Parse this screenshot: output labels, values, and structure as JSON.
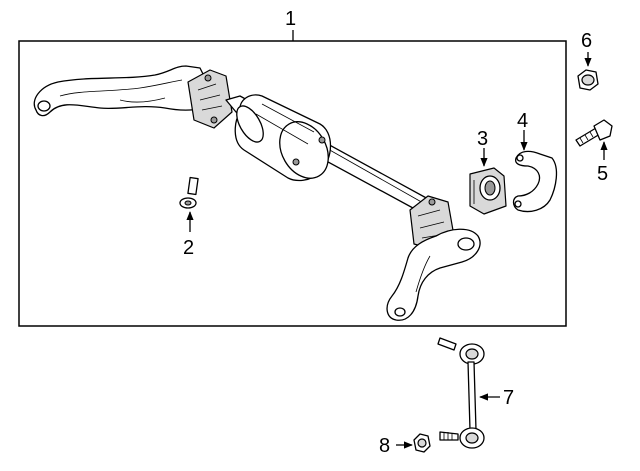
{
  "callouts": {
    "c1": "1",
    "c2": "2",
    "c3": "3",
    "c4": "4",
    "c5": "5",
    "c6": "6",
    "c7": "7",
    "c8": "8"
  },
  "colors": {
    "line": "#000000",
    "background": "#ffffff",
    "shading": "#d9d9d9"
  }
}
